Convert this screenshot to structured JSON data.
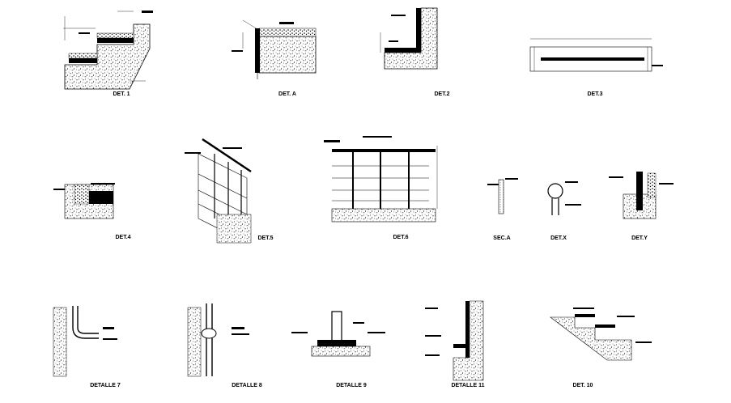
{
  "details": [
    {
      "id": "det1",
      "title": "DET. 1"
    },
    {
      "id": "deta",
      "title": "DET. A"
    },
    {
      "id": "det2",
      "title": "DET.2"
    },
    {
      "id": "det3",
      "title": "DET.3"
    },
    {
      "id": "det4",
      "title": "DET.4"
    },
    {
      "id": "det5",
      "title": "DET.5"
    },
    {
      "id": "det6",
      "title": "DET.6"
    },
    {
      "id": "secc",
      "title": "SEC.A"
    },
    {
      "id": "detx",
      "title": "DET.X"
    },
    {
      "id": "dety",
      "title": "DET.Y"
    },
    {
      "id": "det7",
      "title": "DETALLE 7"
    },
    {
      "id": "det8",
      "title": "DETALLE 8"
    },
    {
      "id": "det9",
      "title": "DETALLE 9"
    },
    {
      "id": "det11",
      "title": "DETALLE 11"
    },
    {
      "id": "det10",
      "title": "DET. 10"
    }
  ]
}
